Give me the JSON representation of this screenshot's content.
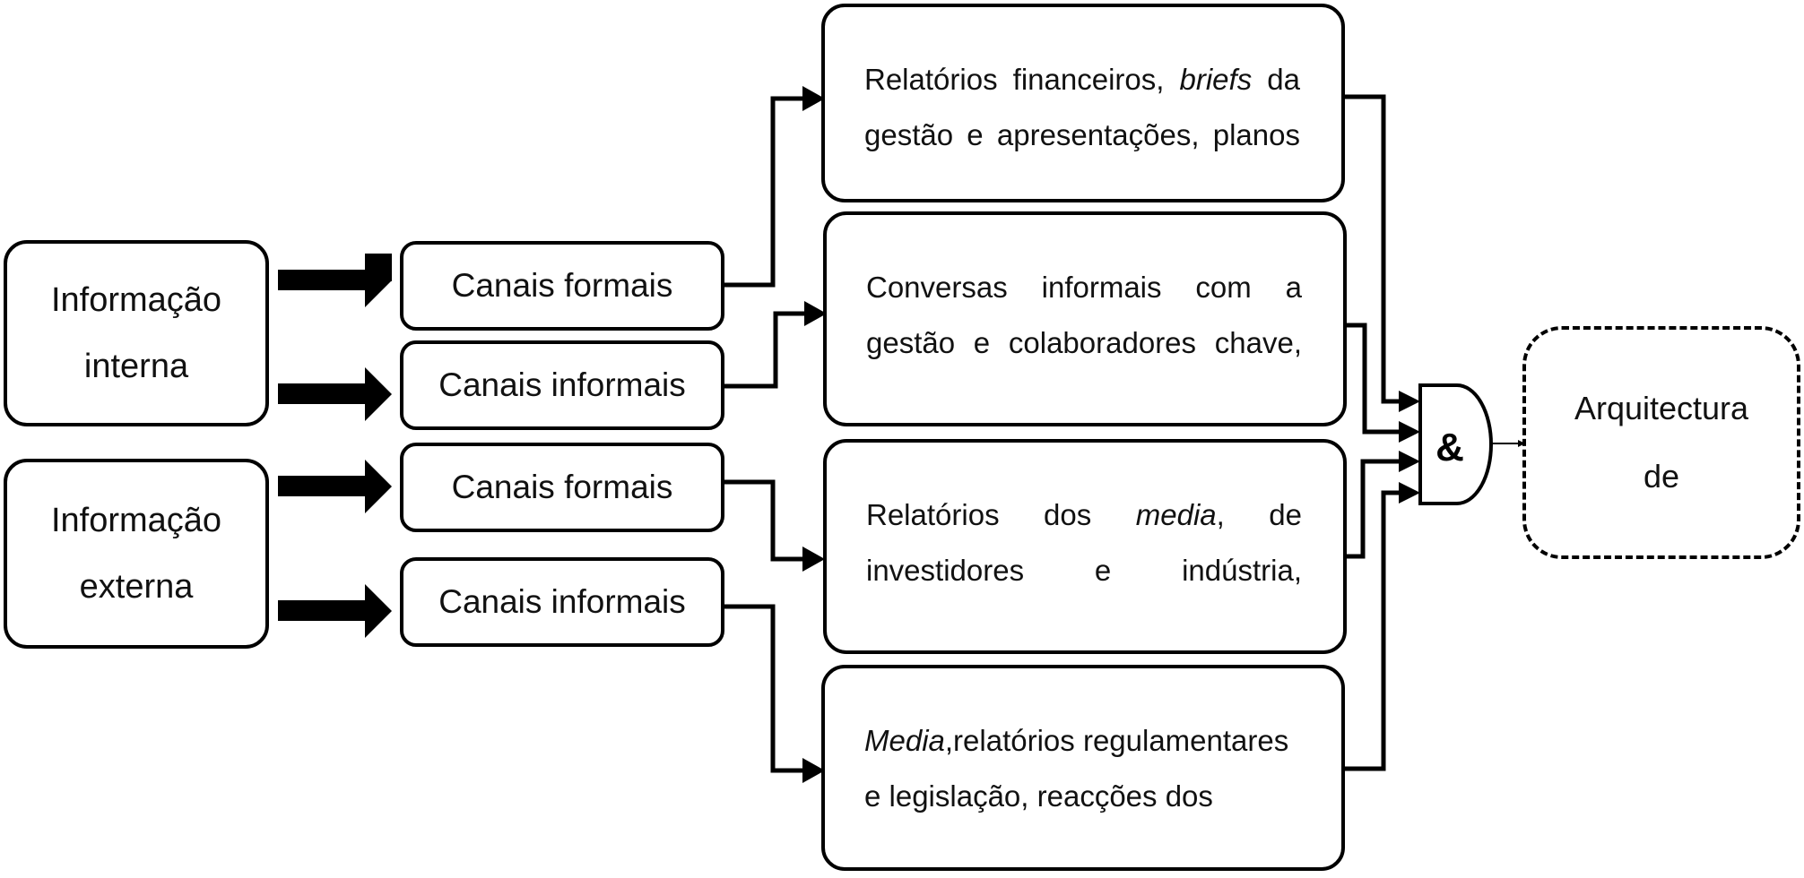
{
  "sources": [
    {
      "line1": "Informação",
      "line2": "interna"
    },
    {
      "line1": "Informação",
      "line2": "externa"
    }
  ],
  "channels": [
    "Canais formais",
    "Canais informais",
    "Canais formais",
    "Canais informais"
  ],
  "outputs": [
    {
      "pre": "Relatórios financeiros, ",
      "em": "briefs",
      "post": " da",
      "line2": "gestão e apresentações, planos"
    },
    {
      "line1": "Conversas informais com a",
      "line2": "gestão e colaboradores chave,"
    },
    {
      "pre": "Relatórios dos ",
      "em": "media",
      "post": ", de",
      "line2": "investidores e indústria,"
    },
    {
      "em": "Media",
      "post": ",relatórios regulamentares",
      "line2": "e legislação, reacções dos"
    }
  ],
  "gate_symbol": "&",
  "result": {
    "line1": "Arquitectura",
    "line2": "de"
  }
}
